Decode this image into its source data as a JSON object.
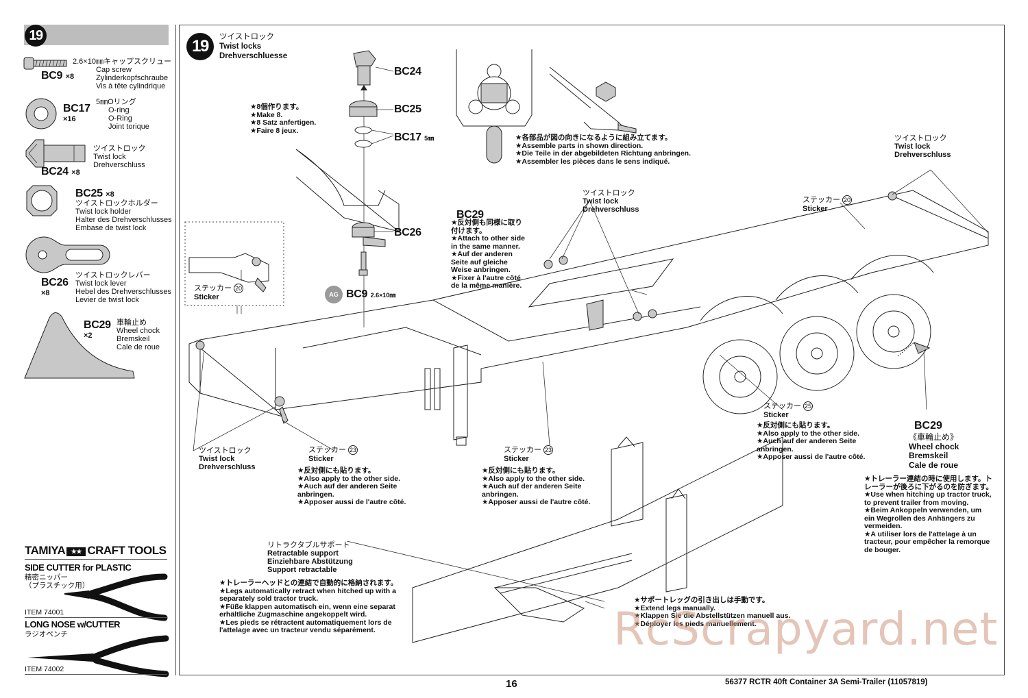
{
  "step": {
    "number": "19",
    "title_jp": "ツイストロック",
    "title_en": "Twist locks",
    "title_de": "Drehverschluesse"
  },
  "parts": [
    {
      "code": "BC9",
      "qty": "×8",
      "jp": "2.6×10㎜キャップスクリュー",
      "en": "Cap screw",
      "de": "Zylinderkopfschraube",
      "fr": "Vis à tête cylindrique"
    },
    {
      "code": "BC17",
      "qty": "×16",
      "jp": "5㎜Oリング",
      "en": "O-ring",
      "de": "O-Ring",
      "fr": "Joint torique"
    },
    {
      "code": "BC24",
      "qty": "×8",
      "jp": "ツイストロック",
      "en": "Twist lock",
      "de": "Drehverschluss",
      "fr": ""
    },
    {
      "code": "BC25",
      "qty": "×8",
      "jp": "ツイストロックホルダー",
      "en": "Twist lock holder",
      "de": "Halter des Drehverschlusses",
      "fr": "Embase de twist lock"
    },
    {
      "code": "BC26",
      "qty": "×8",
      "jp": "ツイストロックレバー",
      "en": "Twist lock lever",
      "de": "Hebel des Drehverschlusses",
      "fr": "Levier de twist lock"
    },
    {
      "code": "BC29",
      "qty": "×2",
      "jp": "車輪止め",
      "en": "Wheel chock",
      "de": "Bremskeil",
      "fr": "Cale de roue"
    }
  ],
  "tools": {
    "brand": "TAMIYA",
    "title": "CRAFT TOOLS",
    "items": [
      {
        "name": "SIDE CUTTER for PLASTIC",
        "jp1": "精密ニッパー",
        "jp2": "（プラスチック用）",
        "item": "ITEM 74001"
      },
      {
        "name": "LONG NOSE w/CUTTER",
        "jp1": "ラジオペンチ",
        "jp2": "",
        "item": "ITEM 74002"
      }
    ]
  },
  "callouts": {
    "bc24": "BC24",
    "bc25": "BC25",
    "bc17": "BC17",
    "bc17_size": "5㎜",
    "bc26": "BC26",
    "bc9": "BC9",
    "bc9_size": "2.6×10㎜",
    "ag_badge": "AG",
    "make8": [
      "★8個作ります。",
      "★Make 8.",
      "★8 Satz anfertigen.",
      "★Faire 8 jeux."
    ],
    "assemble_direction": [
      "★各部品が図の向きになるように組み立てます。",
      "★Assemble parts in shown direction.",
      "★Die Teile in der abgebildeten Richtung anbringen.",
      "★Assembler les pièces dans le sens indiqué."
    ],
    "bc29_attach": {
      "code": "BC29",
      "lines": [
        "★反対側も同様に取り",
        "付けます。",
        "★Attach to other side",
        "in the same manner.",
        "★Auf der anderen",
        "Seite auf gleiche",
        "Weise anbringen.",
        "★Fixer à l'autre côté",
        "de la même manière."
      ]
    },
    "twist_lock_label": {
      "jp": "ツイストロック",
      "en": "Twist lock",
      "de": "Drehverschluss"
    },
    "sticker_20": {
      "jp": "ステッカー",
      "num": "20",
      "en": "Sticker"
    },
    "sticker_23": {
      "jp": "ステッカー",
      "num": "23",
      "en": "Sticker"
    },
    "sticker_25": {
      "jp": "ステッカー",
      "num": "25",
      "en": "Sticker"
    },
    "other_side": [
      "★反対側にも貼ります。",
      "★Also apply to the other side.",
      "★Auch auf der anderen Seite",
      "anbringen.",
      "★Apposer aussi de l'autre côté."
    ],
    "bc29_chock": {
      "code": "BC29",
      "jp": "《車輪止め》",
      "en": "Wheel chock",
      "de": "Bremskeil",
      "fr": "Cale de roue",
      "notes": [
        "★トレーラー連結の時に使用します。ト",
        "レーラーが後ろに下がるのを防ぎます。",
        "★Use when hitching up tractor truck,",
        "to prevent trailer from moving.",
        "★Beim Ankoppeln verwenden, um",
        "ein Wegrollen des Anhängers zu",
        "vermeiden.",
        "★A utiliser lors de l'attelage à un",
        "tracteur, pour empêcher la remorque",
        "de bouger."
      ]
    },
    "retractable": {
      "title": [
        "リトラクタブルサポート",
        "Retractable support",
        "Einziehbare Abstützung",
        "Support retractable"
      ],
      "notes": [
        "★トレーラーヘッドとの連結で自動的に格納されます。",
        "★Legs automatically retract when hitched up with a",
        "separately sold tractor truck.",
        "★Füße klappen automatisch ein, wenn eine separat",
        "erhältliche Zugmaschine angekoppelt wird.",
        "★Les pieds se rétractent automatiquement lors de",
        "l'attelage avec un tracteur vendu séparément."
      ]
    },
    "extend_legs": [
      "★サポートレッグの引き出しは手動です。",
      "★Extend legs manually.",
      "★Klappen Sie die Abstellstützen manuell aus.",
      "★Déployer les pieds manuellement."
    ]
  },
  "watermark": "RcScrapyard.net",
  "footer": {
    "page": "16",
    "title": "56377  RCTR 40ft Container 3A Semi-Trailer (11057819)"
  }
}
